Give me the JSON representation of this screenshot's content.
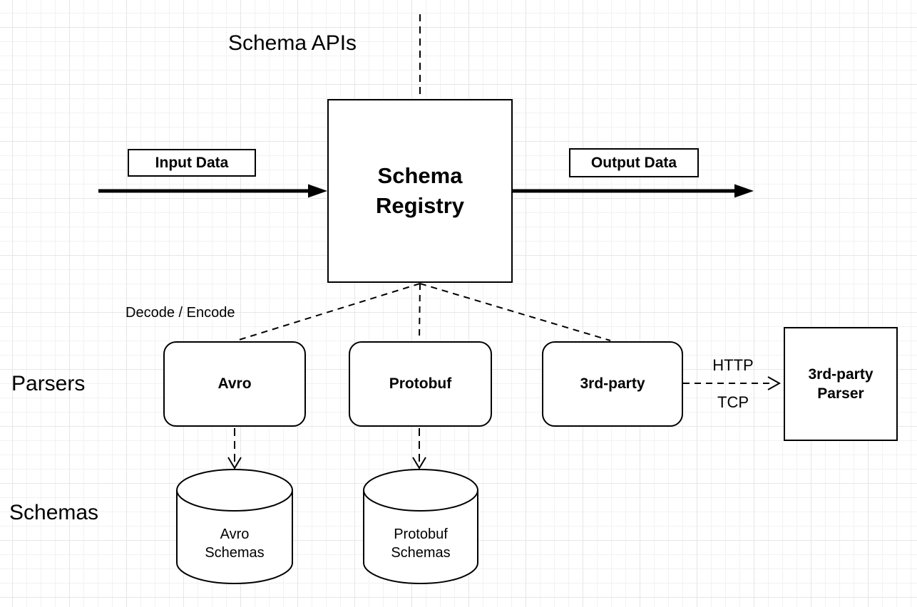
{
  "diagram": {
    "title": "Schema APIs",
    "section_labels": {
      "parsers": "Parsers",
      "schemas": "Schemas"
    },
    "flow": {
      "input_label": "Input Data",
      "output_label": "Output Data"
    },
    "registry": {
      "label": "Schema\nRegistry"
    },
    "parser_nodes": {
      "avro": "Avro",
      "protobuf": "Protobuf",
      "third_party": "3rd-party"
    },
    "external": {
      "third_party_parser": "3rd-party\nParser",
      "protocols": {
        "http": "HTTP",
        "tcp": "TCP"
      }
    },
    "edge_labels": {
      "decode_encode": "Decode / Encode"
    },
    "datastores": {
      "avro": "Avro\nSchemas",
      "protobuf": "Protobuf\nSchemas"
    },
    "colors": {
      "stroke": "#000000",
      "canvas": "#ffffff",
      "grid_minor": "#f2f2f2",
      "grid_major": "#e6e6e6"
    }
  }
}
